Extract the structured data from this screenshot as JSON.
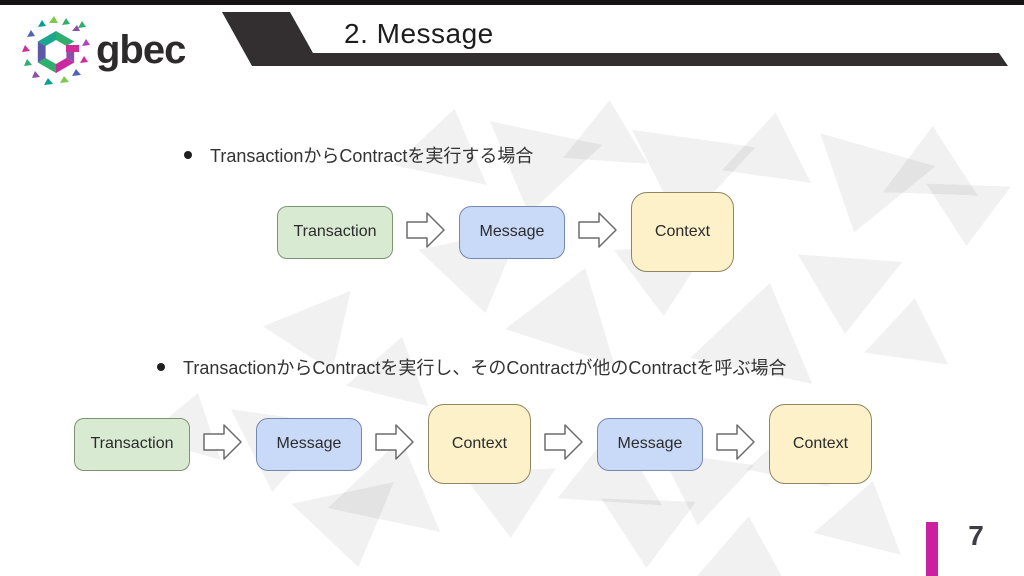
{
  "slide": {
    "top_title": "2. Message",
    "page_number": "7",
    "logo_text": "gbec"
  },
  "bullets": [
    {
      "label": "TransactionからContractを実行する場合"
    },
    {
      "label": "TransactionからContractを実行し、そのContractが他のContractを呼ぶ場合"
    }
  ],
  "flows": [
    {
      "nodes": [
        {
          "label": "Transaction",
          "type": "transaction"
        },
        {
          "label": "Message",
          "type": "message"
        },
        {
          "label": "Context",
          "type": "context"
        }
      ]
    },
    {
      "nodes": [
        {
          "label": "Transaction",
          "type": "transaction"
        },
        {
          "label": "Message",
          "type": "message"
        },
        {
          "label": "Context",
          "type": "context"
        },
        {
          "label": "Message",
          "type": "message"
        },
        {
          "label": "Context",
          "type": "context"
        }
      ]
    }
  ],
  "colors": {
    "transaction_fill": "#d9ead3",
    "transaction_border": "#7d9471",
    "message_fill": "#c9daf8",
    "message_border": "#7488b1",
    "context_fill": "#fcf1c9",
    "context_border": "#8f855f",
    "arrow_fill": "#ffffff",
    "arrow_border": "#6b6b6b",
    "banner": "#332f30",
    "accent": "#c9219f"
  }
}
